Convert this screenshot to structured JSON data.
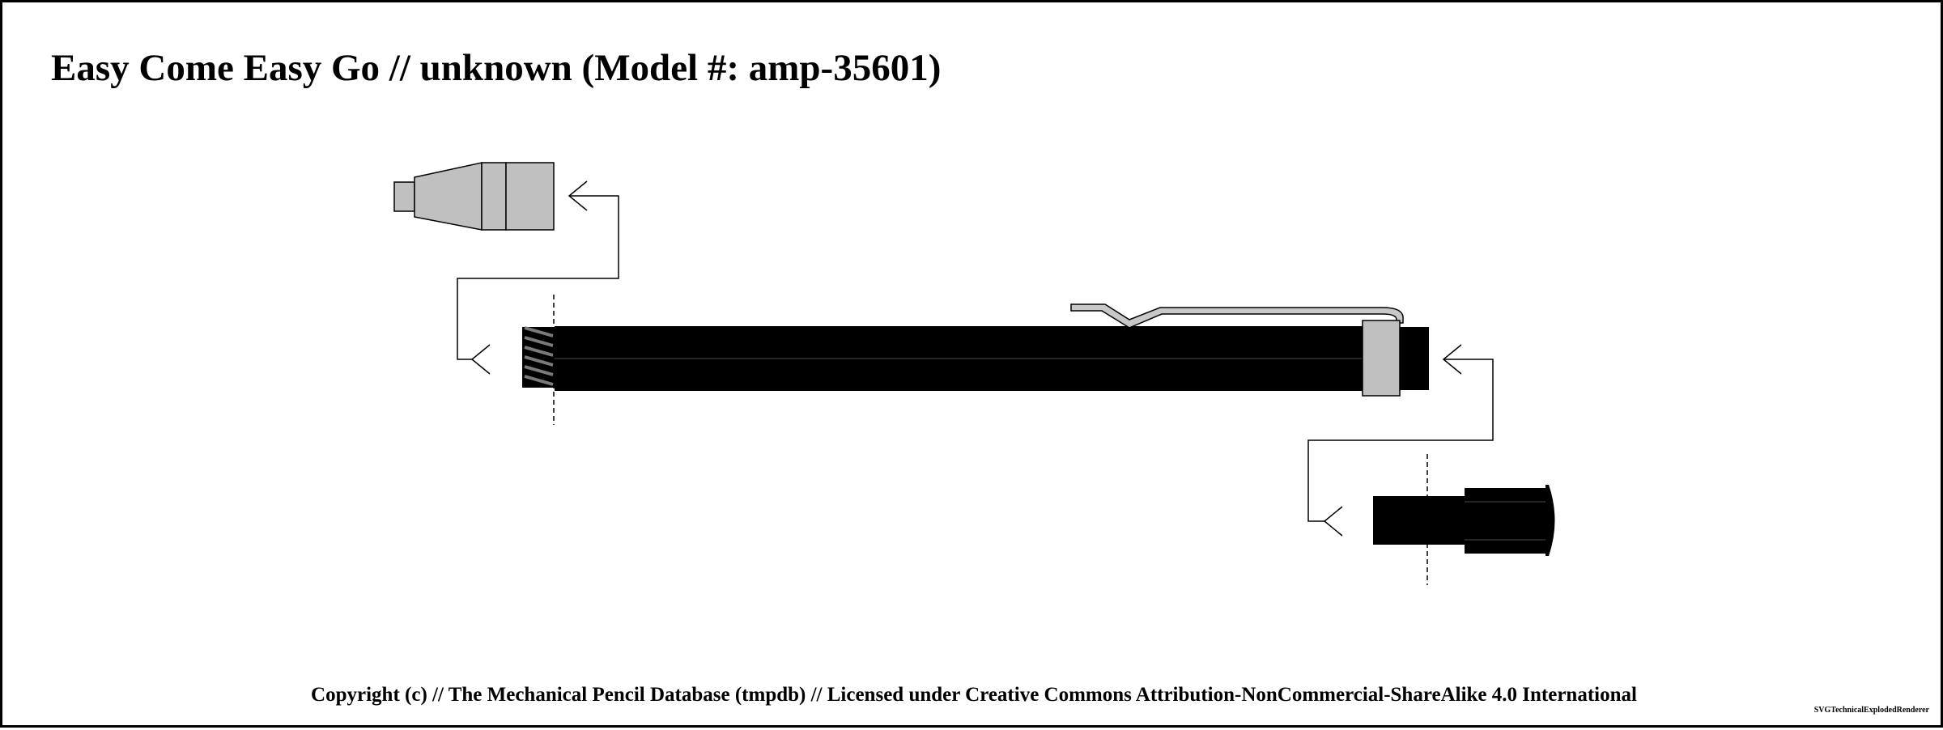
{
  "title": "Easy Come Easy Go // unknown (Model #: amp-35601)",
  "copyright": "Copyright (c) // The Mechanical Pencil Database (tmpdb) // Licensed under Creative Commons Attribution-NonCommercial-ShareAlike 4.0 International",
  "renderer_label": "SVGTechnicalExplodedRenderer",
  "colors": {
    "background": "#ffffff",
    "outline": "#000000",
    "body": "#000000",
    "metal": "#c0c0c0",
    "clip": "#c8c8c8"
  },
  "parts": [
    {
      "name": "tip-cone",
      "color": "metal"
    },
    {
      "name": "barrel",
      "color": "body"
    },
    {
      "name": "clip",
      "color": "clip"
    },
    {
      "name": "clip-ring",
      "color": "metal"
    },
    {
      "name": "end-cap",
      "color": "body"
    }
  ]
}
